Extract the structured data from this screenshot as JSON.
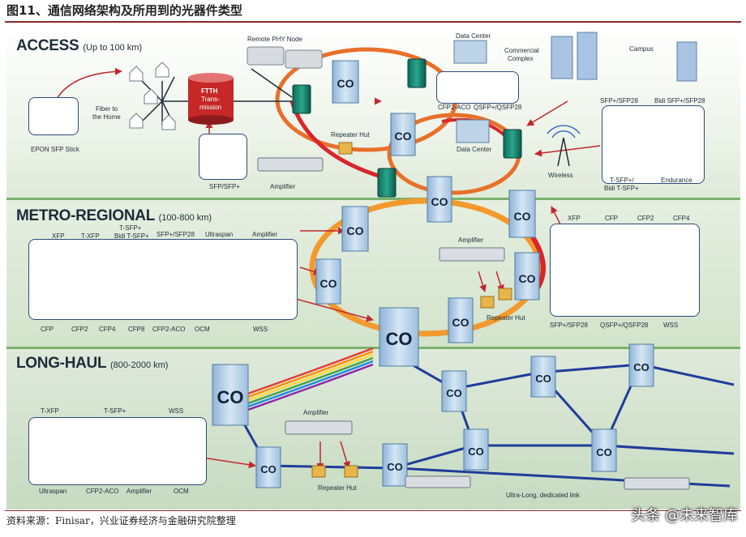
{
  "figure_title": "图11、通信网络架构及所用到的光器件类型",
  "sections": {
    "access": {
      "title": "ACCESS",
      "range": "(Up to 100 km)"
    },
    "metro": {
      "title": "METRO-REGIONAL",
      "range": "(100-800 km)"
    },
    "longhaul": {
      "title": "LONG-HAUL",
      "range": "(800-2000 km)"
    }
  },
  "access_labels": {
    "remote_phy": "Remote PHY Node",
    "data_center_top": "Data Center",
    "commercial": "Commercial",
    "complex": "Complex",
    "campus": "Campus",
    "fiber_to": "Fiber to",
    "the_home": "the Home",
    "ftth_1": "FTTH",
    "ftth_2": "Trans-",
    "ftth_3": "mission",
    "epon": "EPON SFP Stick",
    "sfp": "SFP/SFP+",
    "amplifier": "Amplifier",
    "repeater_hut": "Repeater Hut",
    "cfp2_aco": "CFP2-ACO",
    "qsfp": "QSFP+/QSFP28",
    "data_center_mid": "Data Center",
    "sfp28": "SFP+/SFP28",
    "bidi": "Bidi SFP+/SFP28",
    "wireless": "Wireless",
    "tsfp": "T-SFP+/",
    "bidi_tsfp": "Bidi T-SFP+",
    "endurance": "Endurance"
  },
  "metro_labels": {
    "xfp": "XFP",
    "txfp": "T-XFP",
    "tsfp_1": "T-SFP+",
    "tsfp_2": "Bidi T-SFP+",
    "sfp28": "SFP+/SFP28",
    "ultraspan": "Ultraspan",
    "amplifier": "Amplifier",
    "cfp": "CFP",
    "cfp2": "CFP2",
    "cfp4": "CFP4",
    "cfp8": "CFP8",
    "cfp2_aco": "CFP2-ACO",
    "ocm": "OCM",
    "wss": "WSS",
    "amplifier_mid": "Amplifier",
    "repeater_hut": "Repeater Hut",
    "r_xfp": "XFP",
    "r_cfp": "CFP",
    "r_cfp2": "CFP2",
    "r_cfp4": "CFP4",
    "r_sfp28": "SFP+/SFP28",
    "r_qsfp": "QSFP+/QSFP28",
    "r_wss": "WSS"
  },
  "long_labels": {
    "txfp": "T-XFP",
    "tsfp": "T-SFP+",
    "wss": "WSS",
    "ultraspan": "Ultraspan",
    "cfp2_aco": "CFP2-ACO",
    "amplifier": "Amplifier",
    "ocm": "OCM",
    "amplifier_mid": "Amplifier",
    "repeater_hut": "Repeater Hut",
    "ultra_long": "Ultra-Long, dedicated link"
  },
  "co_text": "CO",
  "footer": "资料来源：Finisar，兴业证券经济与金融研究院整理",
  "watermark": "头条 @未来智库",
  "colors": {
    "ring_access": "#e8702a",
    "ring_metro": "#f29a2e",
    "ring_red": "#d9262b",
    "link_blue": "#1f3c9a",
    "co_building": "#b9d3ea",
    "section_line": "#7bb26b"
  }
}
